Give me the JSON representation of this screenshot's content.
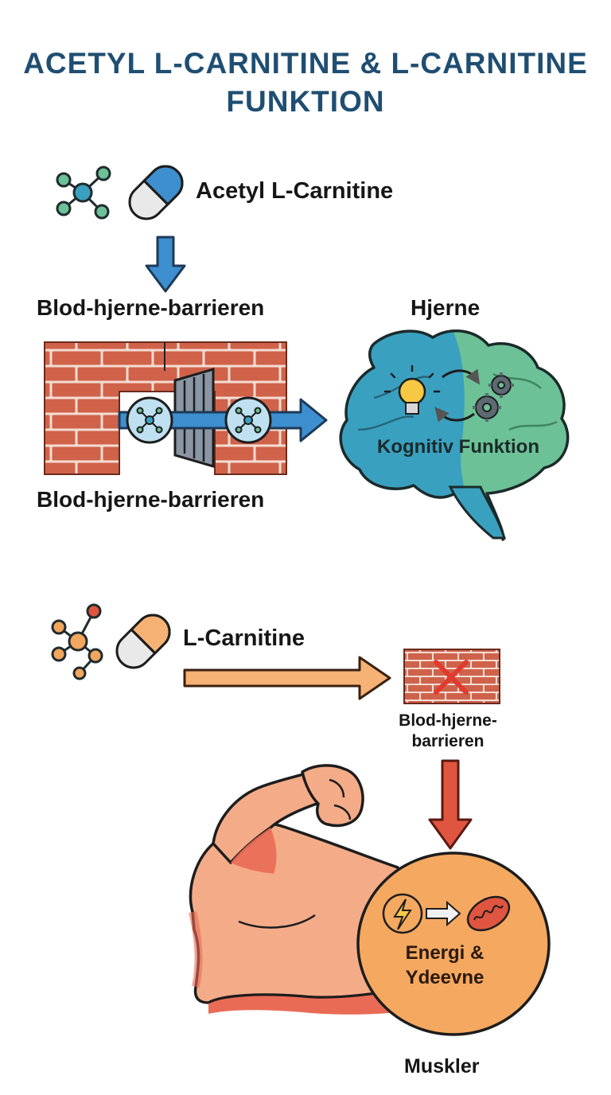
{
  "title": "ACETYL L-CARNITINE & L-CARNITINE FUNKTION",
  "acetyl_section": {
    "compound_label": "Acetyl L-Carnitine",
    "barrier_label_top": "Blod-hjerne-barrieren",
    "barrier_label_bottom": "Blod-hjerne-barrieren",
    "brain_label": "Hjerne",
    "brain_function_label": "Kognitiv Funktion"
  },
  "lcarnitine_section": {
    "compound_label": "L-Carnitine",
    "barrier_label": "Blod-hjerne-barrieren",
    "muscle_effect_label": "Energi & Ydeevne",
    "muscle_label": "Muskler"
  },
  "colors": {
    "title": "#1f4e72",
    "brick": "#d0624a",
    "mortar": "#f3dcd2",
    "acetyl_arrow": "#3d8fcf",
    "lcarnitine_arrow": "#f6b274",
    "muscle_arrow": "#e0553f",
    "brain_blue": "#3aa0bf",
    "brain_green": "#6cc196",
    "muscle_skin": "#f4ac88",
    "muscle_shadow": "#ea6b55",
    "energy_bubble": "#f5a85f"
  }
}
